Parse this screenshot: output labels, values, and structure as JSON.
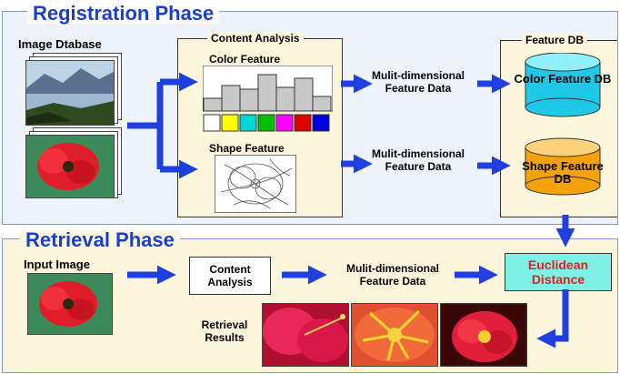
{
  "registration": {
    "title": "Registration Phase",
    "image_db_label": "Image Dtabase",
    "content_analysis_title": "Content Analysis",
    "color_feature_label": "Color Feature",
    "shape_feature_label": "Shape Feature",
    "feature_data_color": "Mulit-dimensional Feature Data",
    "feature_data_shape": "Mulit-dimensional Feature Data",
    "feature_db_title": "Feature DB",
    "color_db_label": "Color Feature DB",
    "shape_db_label": "Shape Feature DB"
  },
  "retrieval": {
    "title": "Retrieval Phase",
    "input_image_label": "Input Image",
    "content_analysis_label": "Content Analysis",
    "feature_data_label": "Mulit-dimensional Feature Data",
    "euclidean_label": "Euclidean Distance",
    "results_label": "Retrieval Results"
  },
  "colors": {
    "arrow": "#1f3fe0",
    "phase_title": "#1a3fcf",
    "cylinder_color": "#1ec8e6",
    "cylinder_shape": "#f5a10a",
    "euclidean_fill": "#7ff0e6",
    "euclidean_text": "#e02020"
  },
  "histogram": {
    "bar_levels": [
      0.35,
      0.7,
      0.6,
      1.0,
      0.65,
      0.9,
      0.4
    ],
    "swatches": [
      "#ffffff",
      "#ffff00",
      "#00d8d8",
      "#00c000",
      "#ff00ff",
      "#e00000",
      "#0000e0"
    ]
  }
}
